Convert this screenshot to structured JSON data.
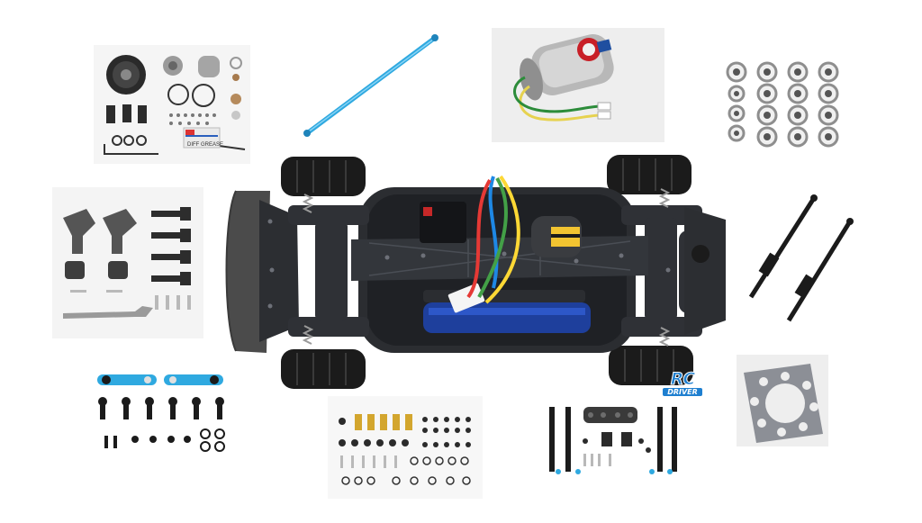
{
  "image": {
    "description_labels": {
      "label_sticker_top": "DIFF GREASE",
      "logo_main": "RC",
      "logo_sub": "DRIVER"
    },
    "colors": {
      "background": "#ffffff",
      "chassis": "#2b2d31",
      "foam_bumper": "#4a4a4a",
      "alu_blue": "#2fa9e0",
      "motor_can": "#b8b8b8",
      "battery_blue": "#1e3f9c",
      "plate_grey": "#8c8f96"
    }
  }
}
